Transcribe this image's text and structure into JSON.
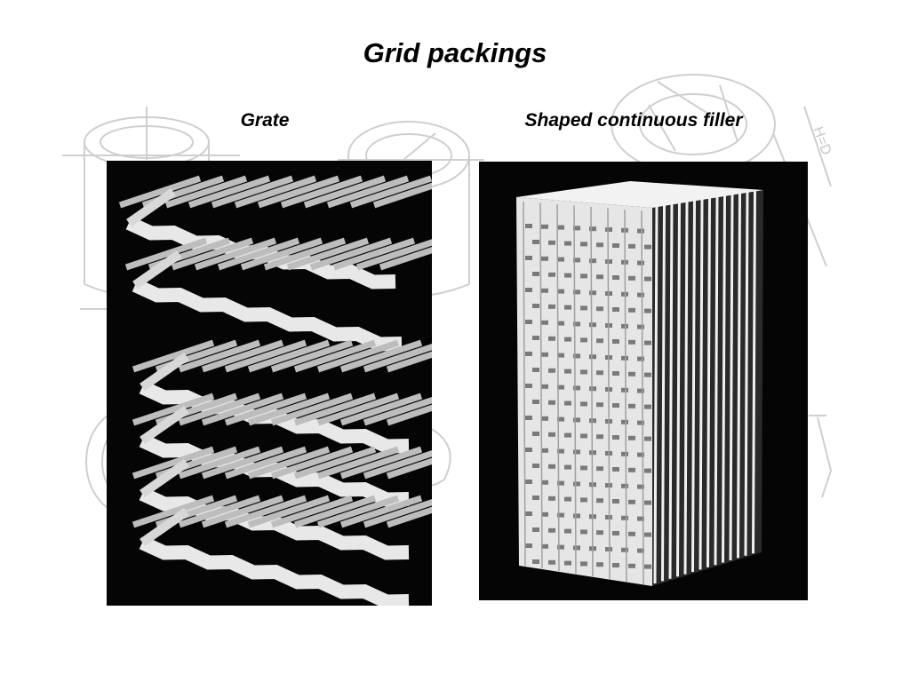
{
  "slide": {
    "title": "Grid packings"
  },
  "panels": [
    {
      "caption": "Grate",
      "image": "grate-packing-photo"
    },
    {
      "caption": "Shaped continuous filler",
      "image": "shaped-continuous-filler-photo"
    }
  ],
  "background": {
    "dimension_label": "H=D",
    "line_color": "#c8c8c8"
  }
}
